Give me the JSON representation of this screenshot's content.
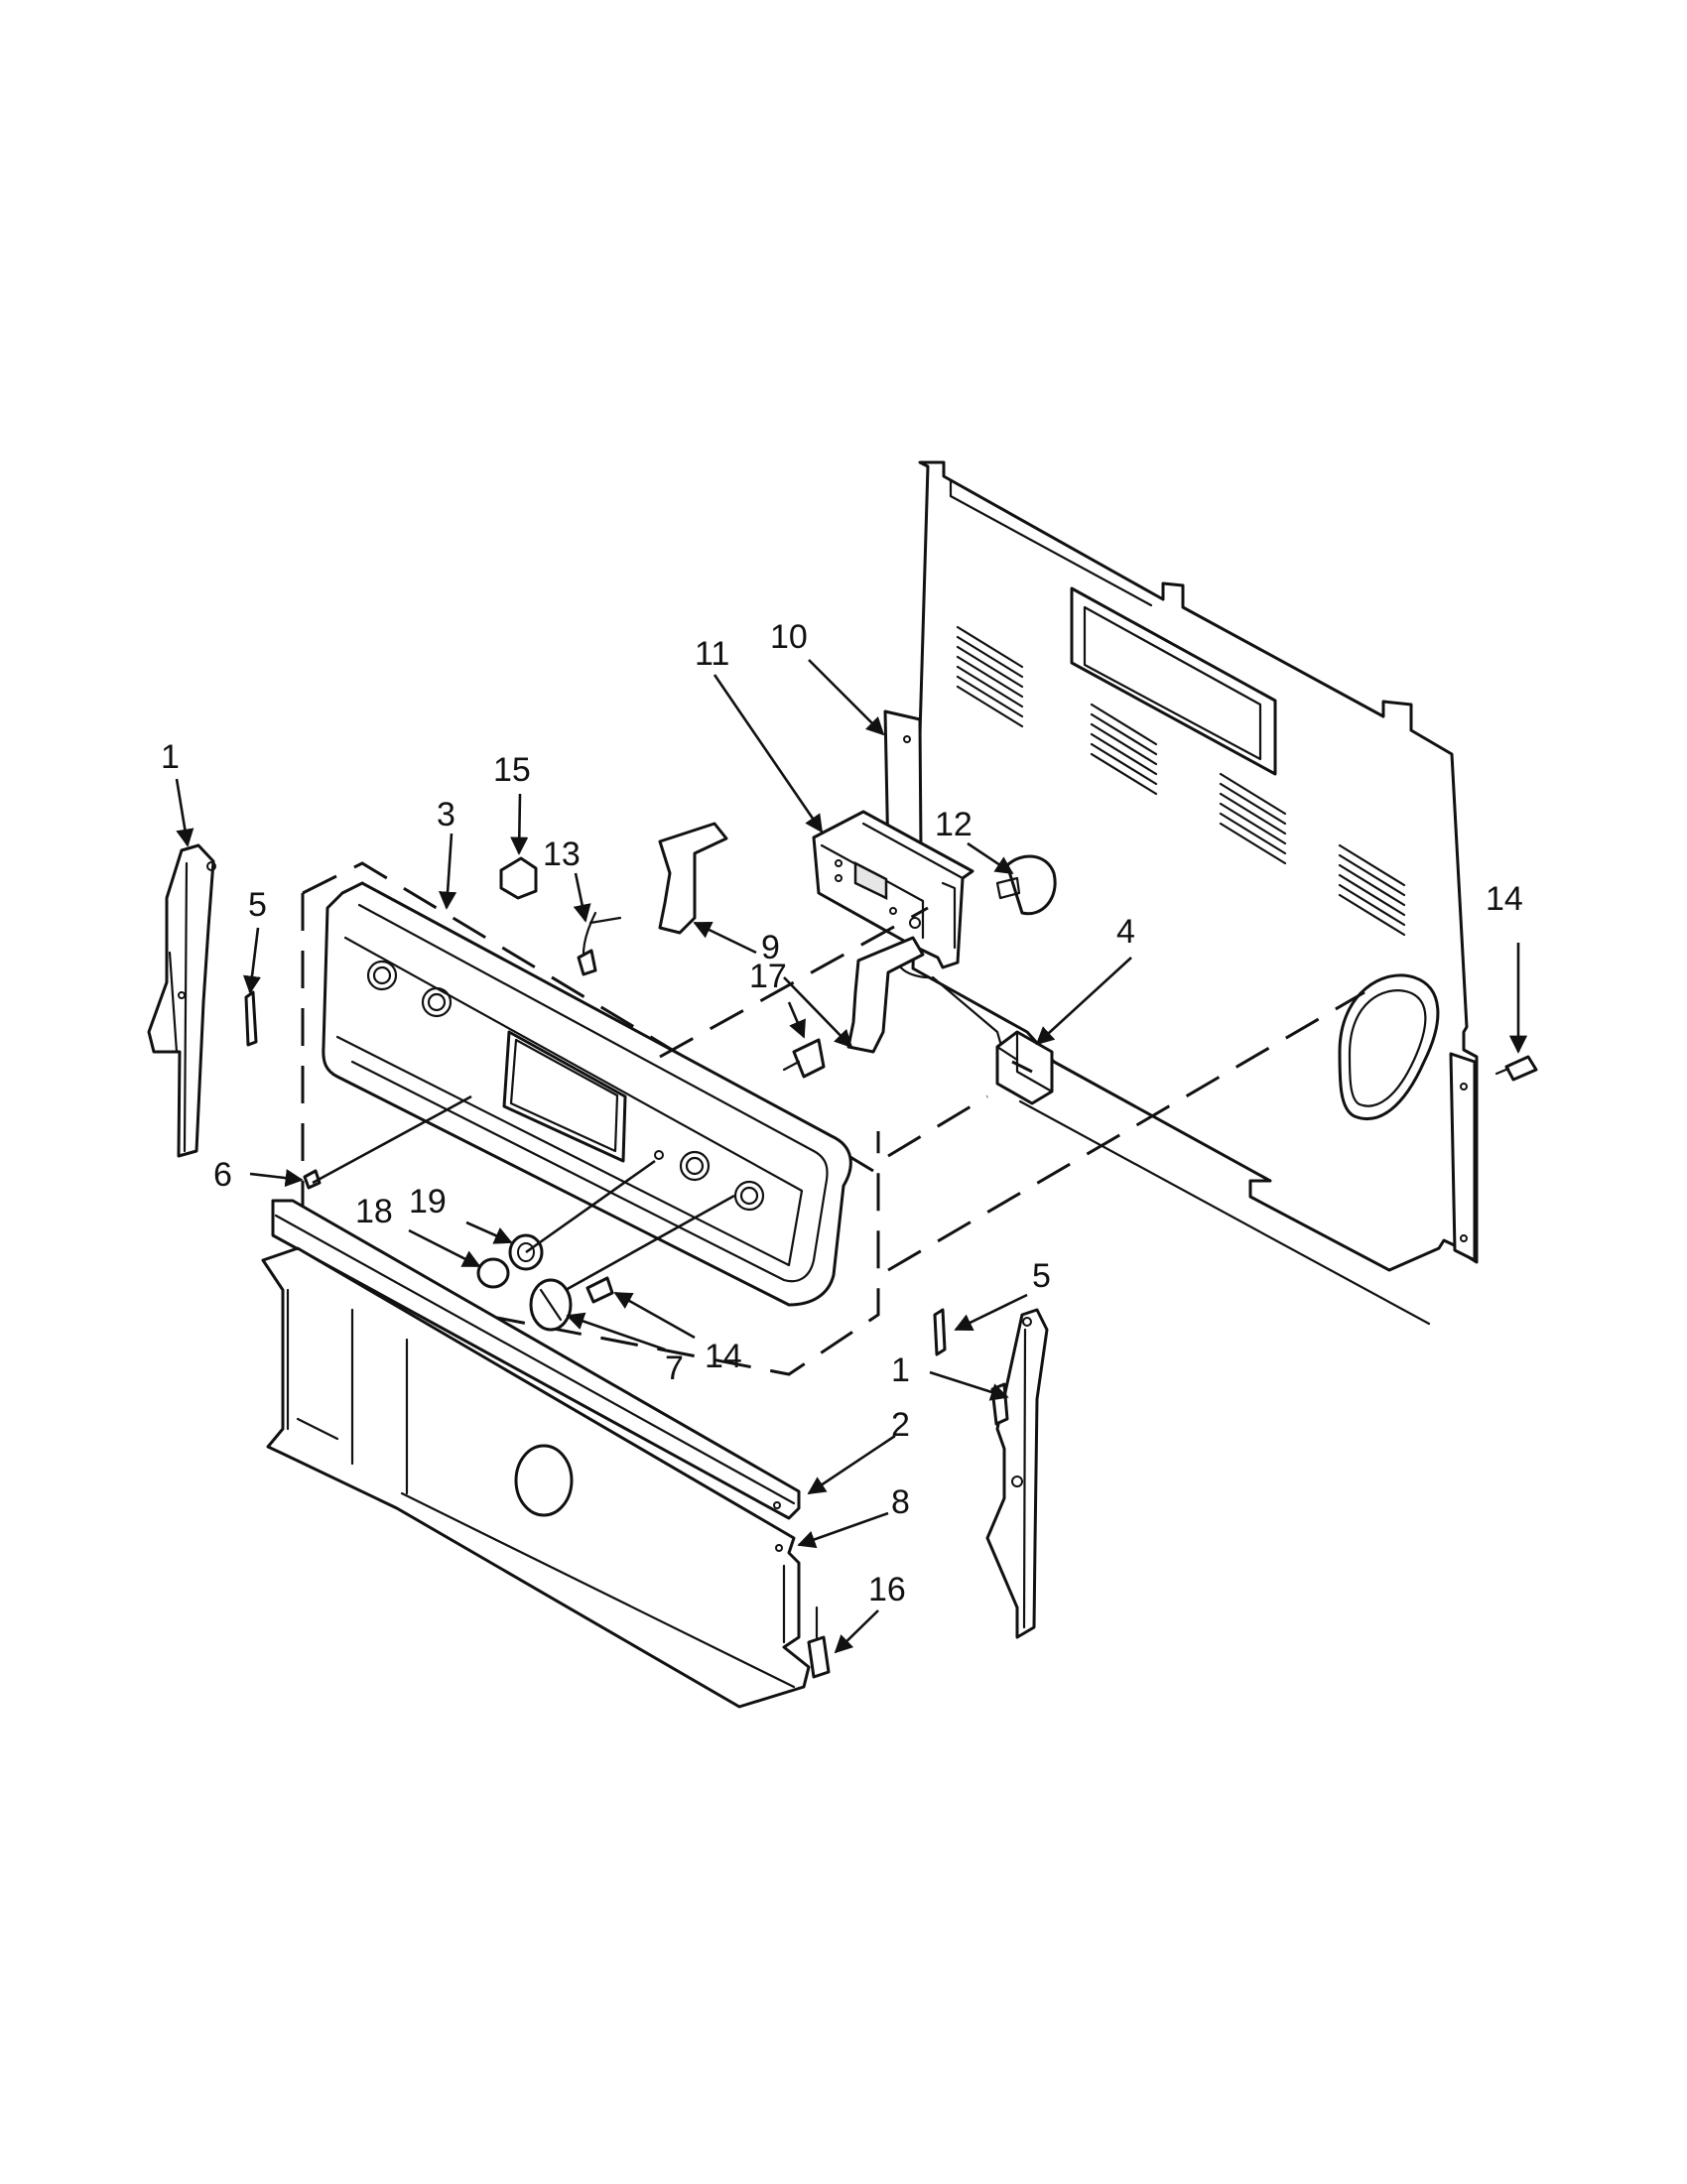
{
  "diagram": {
    "callouts": [
      {
        "id": "c1a",
        "text": "1"
      },
      {
        "id": "c1b",
        "text": "1"
      },
      {
        "id": "c2",
        "text": "2"
      },
      {
        "id": "c3",
        "text": "3"
      },
      {
        "id": "c4",
        "text": "4"
      },
      {
        "id": "c5a",
        "text": "5"
      },
      {
        "id": "c5b",
        "text": "5"
      },
      {
        "id": "c6",
        "text": "6"
      },
      {
        "id": "c7",
        "text": "7"
      },
      {
        "id": "c8",
        "text": "8"
      },
      {
        "id": "c9",
        "text": "9"
      },
      {
        "id": "c10",
        "text": "10"
      },
      {
        "id": "c11",
        "text": "11"
      },
      {
        "id": "c12",
        "text": "12"
      },
      {
        "id": "c13",
        "text": "13"
      },
      {
        "id": "c14a",
        "text": "14"
      },
      {
        "id": "c14b",
        "text": "14"
      },
      {
        "id": "c15",
        "text": "15"
      },
      {
        "id": "c16",
        "text": "16"
      },
      {
        "id": "c17",
        "text": "17"
      },
      {
        "id": "c18",
        "text": "18"
      },
      {
        "id": "c19",
        "text": "19"
      }
    ]
  }
}
